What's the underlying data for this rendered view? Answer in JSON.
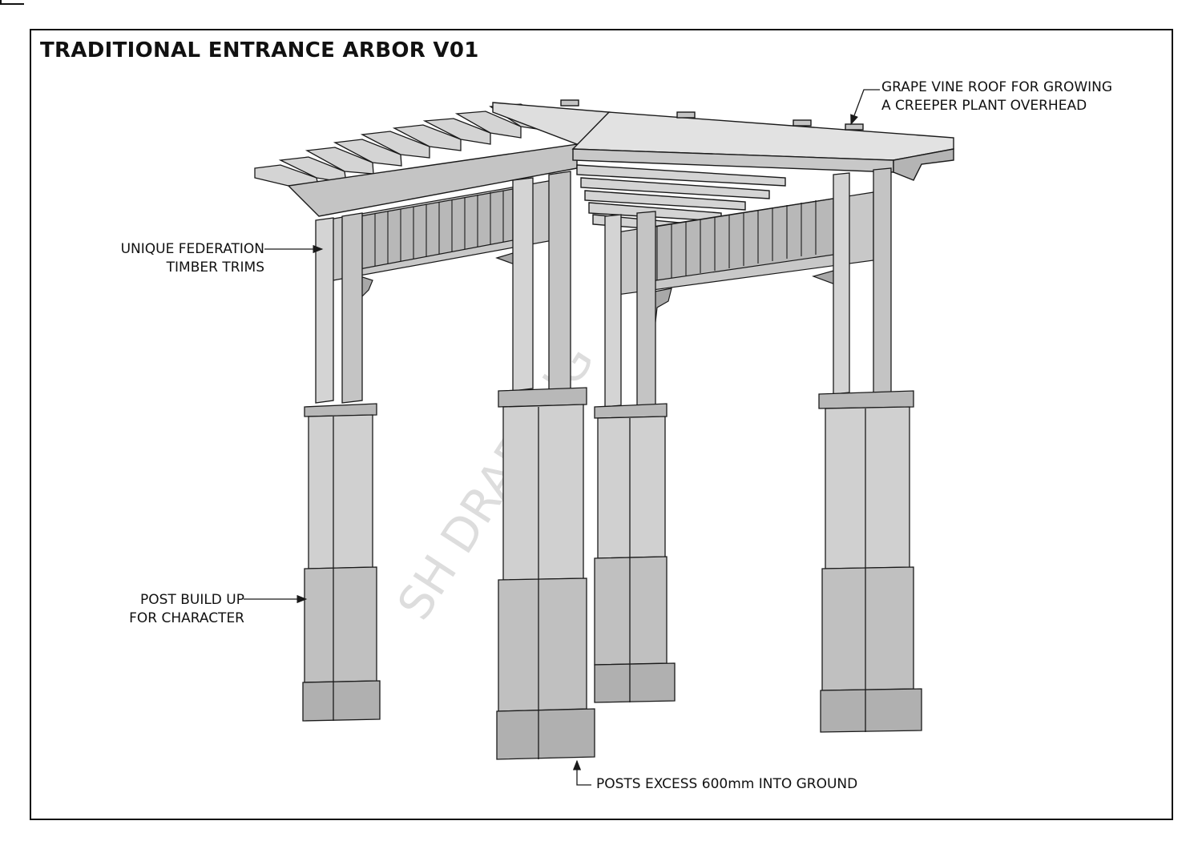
{
  "title": "TRADITIONAL ENTRANCE ARBOR V01",
  "callouts": {
    "roof": {
      "line1": "GRAPE VINE ROOF FOR GROWING",
      "line2": "A CREEPER PLANT OVERHEAD"
    },
    "trims": {
      "line1": "UNIQUE FEDERATION",
      "line2": "TIMBER TRIMS"
    },
    "posts": {
      "line1": "POST BUILD UP",
      "line2": "FOR CHARACTER"
    },
    "ground": {
      "line1": "POSTS EXCESS 600mm INTO GROUND"
    }
  },
  "watermark": "SH DRAFTING",
  "colors": {
    "line": "#1a1a1a",
    "face_light": "#d9d9d9",
    "face_mid": "#c4c4c4",
    "face_dark": "#aaaaaa",
    "watermark": "#bdbdbd"
  }
}
